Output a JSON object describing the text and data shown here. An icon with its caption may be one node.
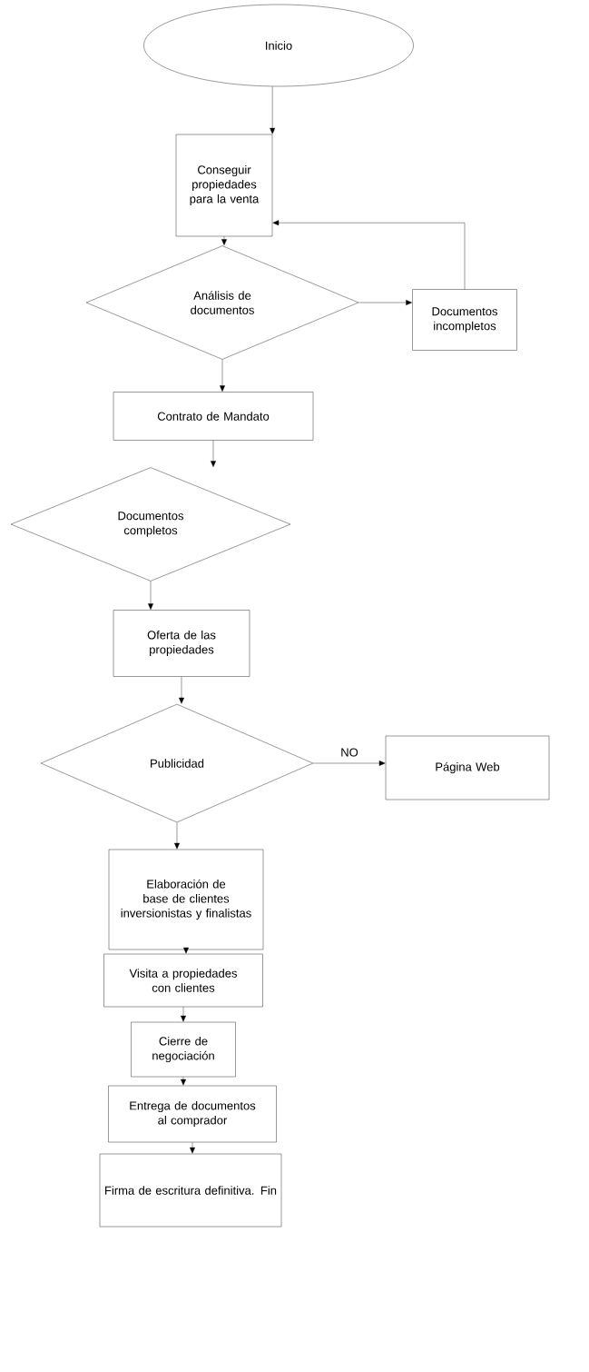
{
  "diagram": {
    "nodes": [
      {
        "text": [
          "Inicio"
        ]
      },
      {
        "text": [
          "Conseguir propiedades para la venta"
        ]
      },
      {
        "text": [
          "Análisis de documentos"
        ]
      },
      {
        "text": [
          "Documentos incompletos"
        ]
      },
      {
        "text": [
          "Contrato de Mandato"
        ]
      },
      {
        "text": [
          "Documentos completos"
        ]
      },
      {
        "text": [
          "Oferta de las propiedades"
        ]
      },
      {
        "text": [
          "Publicidad"
        ]
      },
      {
        "text": [
          "Página Web"
        ]
      },
      {
        "text": [
          "Elaboración de base de clientes inversionistas y finalistas"
        ]
      },
      {
        "text": [
          "Visita a propiedades con clientes"
        ]
      },
      {
        "text": [
          "Cierre de negociación"
        ]
      },
      {
        "text": [
          "Entrega de documentos al comprador"
        ]
      },
      {
        "text": [
          "Firma de escritura definitiva. Fin"
        ]
      }
    ],
    "edges": [
      {
        "from": 0,
        "to": 1,
        "arrow": "to"
      },
      {
        "from": 1,
        "to": 2,
        "arrow": "to"
      },
      {
        "from": 2,
        "to": 3,
        "arrow": "to"
      },
      {
        "from": 3,
        "to": 1,
        "arrow": "to"
      },
      {
        "from": 2,
        "to": 4,
        "arrow": "to"
      },
      {
        "from": 4,
        "to": 5,
        "arrow": "to"
      },
      {
        "from": 5,
        "to": 6,
        "arrow": "to"
      },
      {
        "from": 6,
        "to": 7,
        "arrow": "to"
      },
      {
        "from": 7,
        "to": 8,
        "arrow": "to",
        "label": "NO"
      },
      {
        "from": 7,
        "to": 9,
        "arrow": "to"
      },
      {
        "from": 9,
        "to": 10,
        "arrow": "to"
      },
      {
        "from": 10,
        "to": 11,
        "arrow": "to"
      },
      {
        "from": 11,
        "to": 12,
        "arrow": "to"
      },
      {
        "from": 12,
        "to": 13,
        "arrow": "to"
      }
    ]
  }
}
